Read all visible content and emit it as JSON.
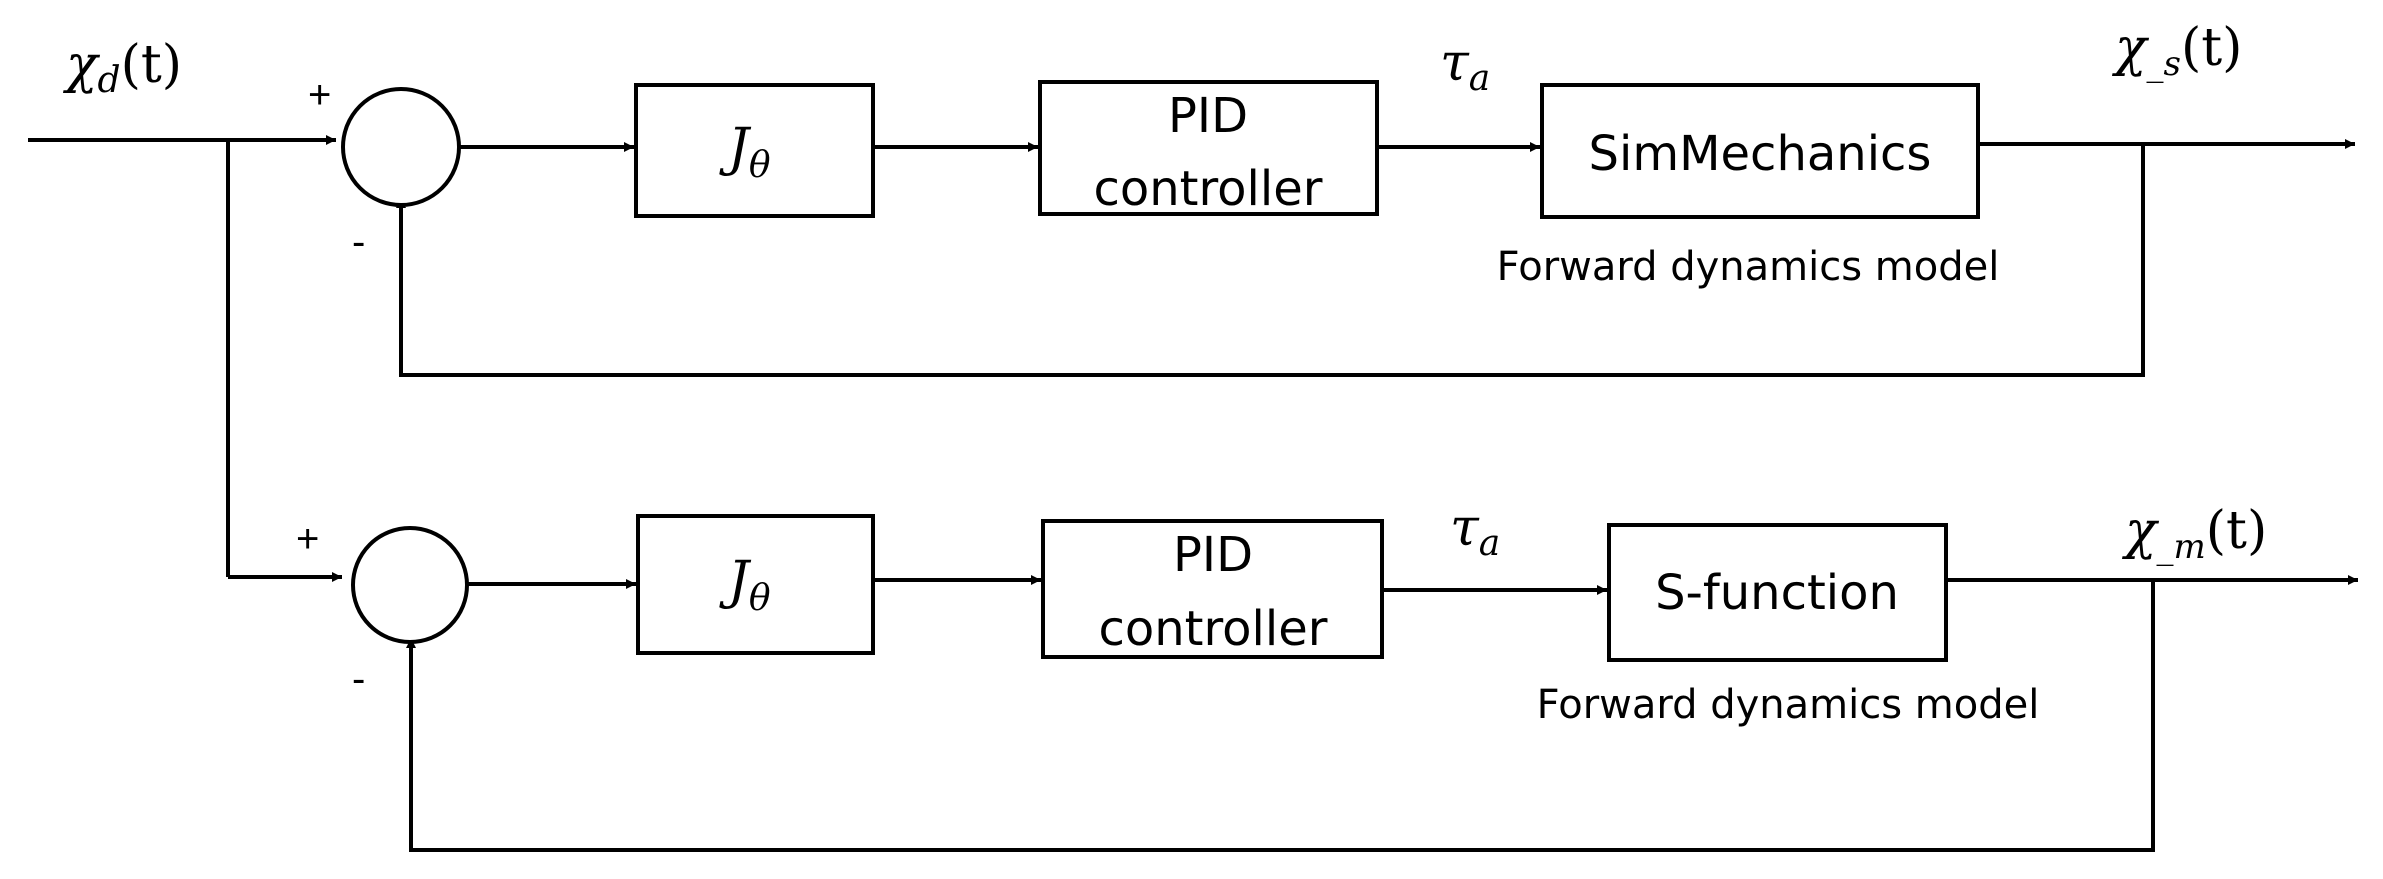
{
  "input_signal": {
    "symbol": "χ",
    "subscript": "d",
    "arg": "(t)"
  },
  "sign_plus": "+",
  "sign_minus": "-",
  "top_loop": {
    "jacobian": {
      "symbol": "J",
      "subscript": "θ"
    },
    "pid": {
      "line1": "PID",
      "line2": "controller"
    },
    "torque": {
      "symbol": "τ",
      "subscript": "a"
    },
    "plant": {
      "label": "SimMechanics"
    },
    "caption": "Forward dynamics model",
    "output": {
      "symbol": "χ",
      "subscript": "_s",
      "arg": "(t)"
    }
  },
  "bottom_loop": {
    "jacobian": {
      "symbol": "J",
      "subscript": "θ"
    },
    "pid": {
      "line1": "PID",
      "line2": "controller"
    },
    "torque": {
      "symbol": "τ",
      "subscript": "a"
    },
    "plant": {
      "label": "S-function"
    },
    "caption": "Forward dynamics model",
    "output": {
      "symbol": "χ",
      "subscript": "_m",
      "arg": "(t)"
    }
  }
}
